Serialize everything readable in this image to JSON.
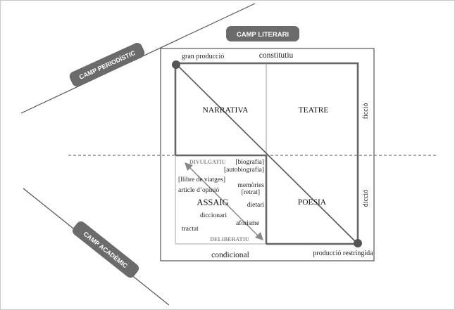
{
  "fields": {
    "literari": "CAMP LITERARI",
    "periodistic": "CAMP PERIODÍSTIC",
    "academic": "CAMP ACADÈMIC"
  },
  "axes": {
    "top_left": "gran producció",
    "top_center": "constitutiu",
    "bottom_center": "condicional",
    "bottom_right": "producció restringida",
    "right_top": "ficció",
    "right_bottom": "dicció"
  },
  "genres": {
    "narrativa": "NARRATIVA",
    "teatre": "TEATRE",
    "poesia": "POESIA",
    "assaig": "ASSAIG"
  },
  "essay_scale": {
    "top": "DIVULGATIU",
    "bottom": "DELIBERATIU"
  },
  "essay_subgenres": {
    "biografia": "[biografia]",
    "autobiografia": "[autobiografia]",
    "llibre_viatges": "[llibre de viatges]",
    "memories": "memòries",
    "article_opinio": "article d’opinió",
    "retrat": "[retrat]",
    "dietari": "dietari",
    "diccionari": "diccionari",
    "aforisme": "aforisme",
    "tractat": "tractat"
  },
  "colors": {
    "line": "#555555",
    "label_bg": "#6b6b6b",
    "label_text": "#ffffff",
    "arrow": "#888888",
    "scale_text": "#8a8a8a",
    "dot": "#555555"
  }
}
